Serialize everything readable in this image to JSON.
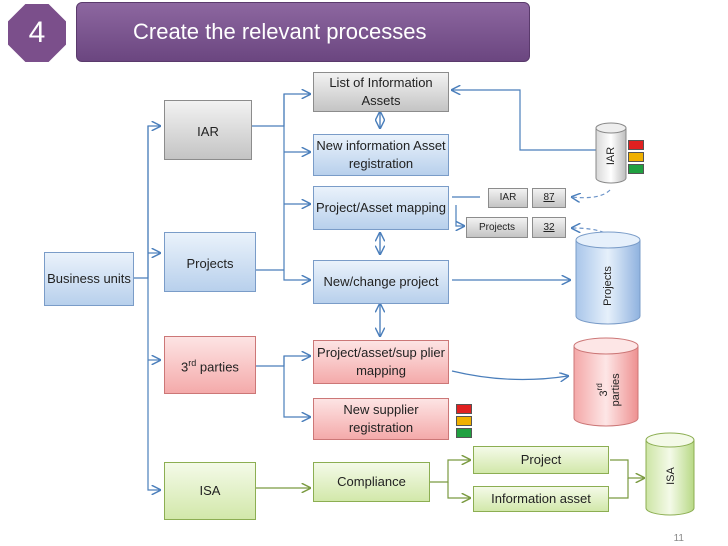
{
  "header": {
    "number": "4",
    "title": "Create the relevant processes"
  },
  "left": {
    "business_units": "Business units"
  },
  "categories": {
    "iar": "IAR",
    "projects": "Projects",
    "third_parties_base": "3",
    "third_parties_sup": "rd",
    "third_parties_rest": " parties",
    "isa": "ISA"
  },
  "processes": {
    "list_iar": "List of Information Assets",
    "new_info_asset": "New information Asset registration",
    "project_asset_mapping": "Project/Asset mapping",
    "new_change_project": "New/change project",
    "project_asset_supplier": "Project/asset/sup plier mapping",
    "new_supplier": "New supplier registration",
    "compliance": "Compliance",
    "compliance_project": "Project",
    "compliance_info_asset": "Information asset"
  },
  "counters": [
    {
      "label": "IAR",
      "value": "87"
    },
    {
      "label": "Projects",
      "value": "32"
    }
  ],
  "databases": {
    "iar": "IAR",
    "projects": "Projects",
    "third_base": "3",
    "third_sup": "rd",
    "third_rest": "parties",
    "isa": "ISA"
  },
  "traffic_light_colors": [
    "#e02020",
    "#f0b000",
    "#20a040"
  ],
  "page_number": "11"
}
